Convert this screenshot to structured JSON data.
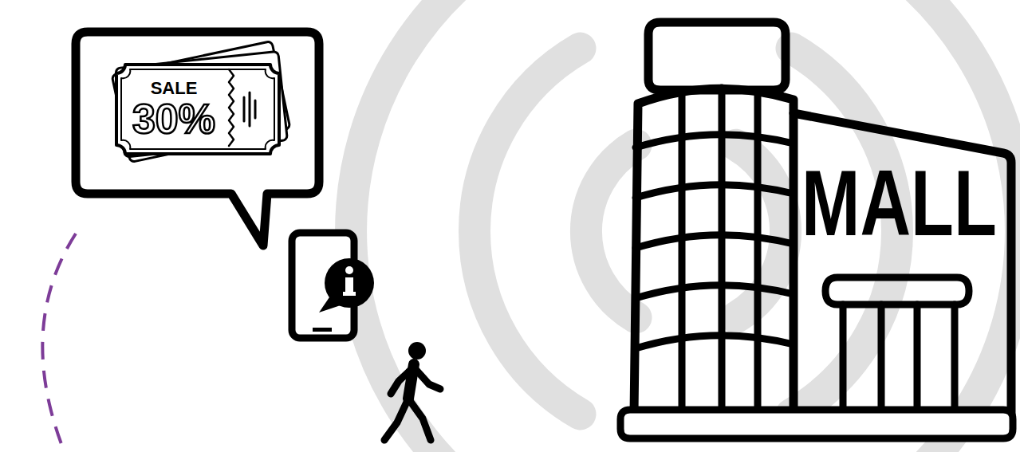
{
  "diagram": {
    "nodes": [
      {
        "text": [
          "SALE",
          "30%"
        ]
      },
      {
        "text": [
          "MALL"
        ]
      }
    ]
  }
}
